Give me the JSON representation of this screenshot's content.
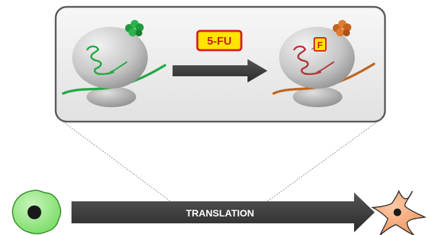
{
  "inset": {
    "drug_label": "5-FU",
    "fluorine_label": "F"
  },
  "process": {
    "label": "TRANSLATION"
  },
  "colors": {
    "normal_strand": "#22a845",
    "modified_strand": "#c0651e",
    "modified_loop": "#b0363a",
    "drug_badge_fill": "#ffe500",
    "drug_badge_border": "#d81e1e",
    "start_cell": "#8ee57a",
    "end_cell": "#f6a36f"
  },
  "icons": {
    "start_cell": "round-cell-icon",
    "end_cell": "stellate-cell-icon"
  }
}
